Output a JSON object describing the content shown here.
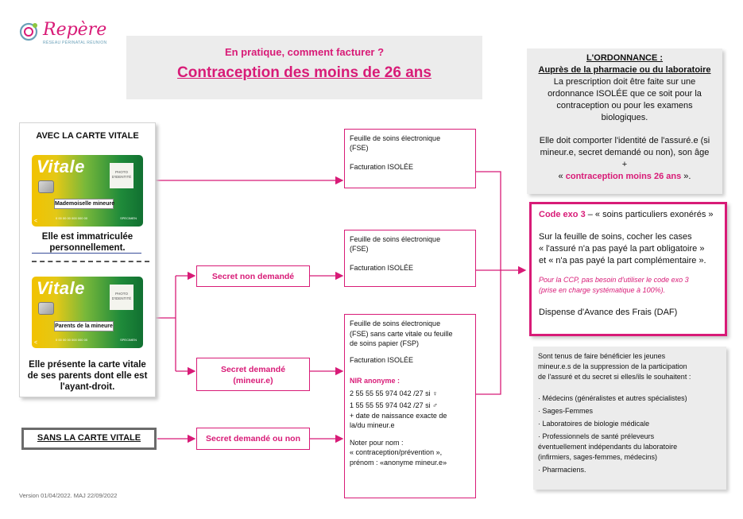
{
  "logo": {
    "name": "Repère",
    "subtitle": "RÉSEAU PÉRINATAL RÉUNION"
  },
  "title": {
    "question": "En pratique, comment facturer ?",
    "main": "Contraception des moins de 26 ans"
  },
  "avec_carte": {
    "heading": "AVEC LA CARTE VITALE",
    "card1": {
      "brand": "Vitale",
      "photo_label": "PHOTO D'IDENTITÉ",
      "name": "Mademoiselle mineure",
      "number": "0 00 00 00 000 000 00",
      "specimen": "SPECIMEN"
    },
    "text1_line1": "Elle est immatriculée",
    "text1_line2": "personnellement.",
    "card2": {
      "brand": "Vitale",
      "photo_label": "PHOTO D'IDENTITÉ",
      "name": "Parents de la mineure",
      "number": "0 00 00 00 000 000 00",
      "specimen": "SPECIMEN"
    },
    "text2_line1": "Elle présente la carte vitale",
    "text2_line2": "de ses parents dont elle est",
    "text2_line3": "l'ayant-droit."
  },
  "sans_carte": {
    "label": "SANS LA CARTE VITALE"
  },
  "secret_non": {
    "label": "Secret non demandé"
  },
  "secret_demande": {
    "line1": "Secret demandé",
    "line2": "(mineur.e)"
  },
  "secret_ou_non": {
    "label": "Secret demandé ou non"
  },
  "fse1": {
    "line1": "Feuille de soins électronique",
    "line2": "(FSE)",
    "line3": "Facturation ISOLÉE"
  },
  "fse2": {
    "line1": "Feuille de soins électronique",
    "line2": "(FSE)",
    "line3": "Facturation ISOLÉE"
  },
  "fse3": {
    "line1": "Feuille de soins électronique",
    "line2": "(FSE) sans carte vitale ou feuille",
    "line3": "de soins papier (FSP)",
    "facturation": "Facturation ISOLÉE",
    "nir_label": "NIR anonyme :",
    "nir_f": "2 55 55 55 974 042 /27 si ♀",
    "nir_m": "1 55 55 55 974 042 /27 si ♂",
    "date1": "+ date de naissance exacte de",
    "date2": "la/du mineur.e",
    "note1": "Noter pour  nom :",
    "note2": "« contraception/prévention »,",
    "note3": "prénom : «anonyme mineur.e»"
  },
  "ordonnance": {
    "heading": "L'ORDONNANCE :",
    "subheading": "Auprès de la pharmacie ou du laboratoire",
    "p1_l1": "La prescription doit être faite sur une",
    "p1_l2": "ordonnance ISOLÉE que ce soit pour la",
    "p1_l3": "contraception ou pour les examens",
    "p1_l4": "biologiques.",
    "p2_l1": "Elle doit comporter l'identité de l'assuré.e (si",
    "p2_l2": "mineur.e, secret demandé ou non), son âge",
    "p2_l3": "+",
    "p2_open": "« ",
    "p2_highlight": "contraception moins 26 ans",
    "p2_close": " »."
  },
  "code_exo": {
    "code": "Code exo 3",
    "code_rest": " – « soins particuliers exonérés »",
    "l1": "Sur la feuille de soins, cocher les cases",
    "l2": "« l'assuré n'a pas payé la part obligatoire »",
    "l3": "et « n'a pas payé la part complémentaire ».",
    "ccp1": "Pour la CCP, pas besoin d'utiliser le code exo 3",
    "ccp2": "(prise en charge systématique à 100%).",
    "daf": "Dispense d'Avance des Frais (DAF)"
  },
  "professionnels": {
    "intro1": "Sont tenus de faire bénéficier les jeunes",
    "intro2": "mineur.e.s de la suppression de la participation",
    "intro3": "de l'assuré et du secret si elles/ils le souhaitent :",
    "items": [
      "· Médecins (généralistes et autres spécialistes)",
      "· Sages-Femmes",
      "· Laboratoires de biologie médicale",
      "· Professionnels de santé préleveurs",
      "éventuellement indépendants du laboratoire",
      "(infirmiers, sages-femmes, médecins)",
      "· Pharmaciens."
    ]
  },
  "version": "Version 01/04/2022. MAJ 22/09/2022",
  "colors": {
    "accent": "#d81b77",
    "grey_box": "#ececec",
    "card_green": "#1f8a3a",
    "card_yellow": "#f2c200"
  }
}
